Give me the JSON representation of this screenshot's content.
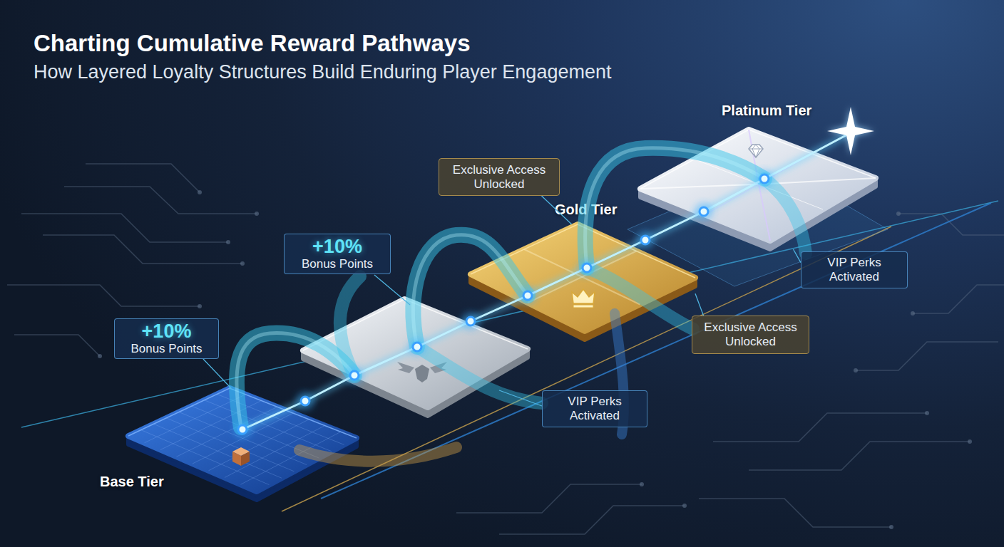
{
  "diagram": {
    "title": "Charting Cumulative Reward Pathways",
    "nodes": [
      {
        "text": [
          "+10%",
          "Bonus Points"
        ]
      },
      {
        "text": [
          "Base Tier"
        ]
      },
      {
        "text": [
          "+10%",
          "Bonus Points"
        ]
      },
      {
        "text": [
          "Exclusive Access Unlocked"
        ]
      },
      {
        "text": [
          "Gold Tier"
        ]
      },
      {
        "text": [
          "Platinum Tier"
        ]
      },
      {
        "text": [
          "VIP Perks Activated"
        ]
      },
      {
        "text": [
          "Exclusive Access Unlocked"
        ]
      },
      {
        "text": [
          "VIP Perks Activated"
        ]
      }
    ],
    "edges": [
      {
        "from": 0,
        "to": 1,
        "arrow": "none"
      },
      {
        "from": 3,
        "to": 4,
        "arrow": "none"
      },
      {
        "from": 7,
        "to": 4,
        "arrow": "none"
      },
      {
        "from": 6,
        "to": 5,
        "arrow": "none"
      }
    ],
    "labels": [
      "How Layered Loyalty Structures Build Enduring Player Engagement"
    ]
  }
}
